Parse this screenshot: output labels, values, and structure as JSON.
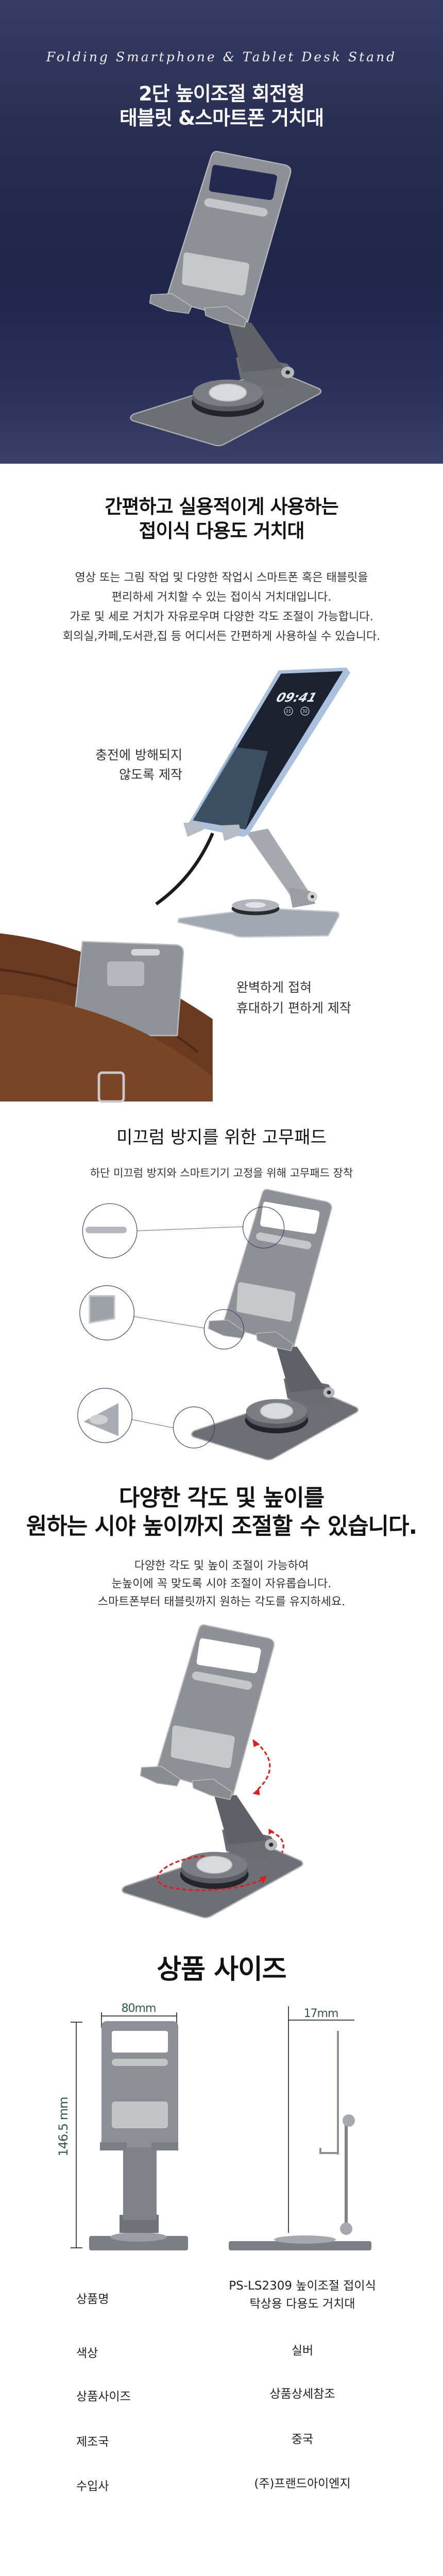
{
  "hero": {
    "script_title": "Folding Smartphone & Tablet Desk Stand",
    "title_lines": [
      "2단 높이조절 회전형",
      "태블릿 &스마트폰 거치대"
    ]
  },
  "intro": {
    "title_lines": [
      "간편하고 실용적이게 사용하는",
      "접이식 다용도 거치대"
    ],
    "body_lines": [
      "영상 또는 그림 작업 및 다양한 작업시 스마트폰 혹은 태블릿을",
      "편리하세 거치할 수 있는 접이식 거치대입니다.",
      "가로 및 세로 거치가 자유로우며 다양한 각도 조절이 가능합니다.",
      "회의실,카페,도서관,집 등 어디서든 간편하게 사용하실 수 있습니다."
    ]
  },
  "features": {
    "charging_lines": [
      "충전에 방해되지",
      "않도록 제작"
    ],
    "portable_lines": [
      "완벽하게 접혀",
      "휴대하기 편하게 제작"
    ],
    "phone_time": "09:41",
    "phone_widgets": [
      "21",
      "32"
    ]
  },
  "anti_slip": {
    "title": "미끄럼 방지를 위한 고무패드",
    "subtitle": "하단 미끄럼 방지와 스마트기기 고정을 위해 고무패드 장착"
  },
  "angle": {
    "title_lines": [
      "다양한 각도 및 높이를",
      "원하는 시야 높이까지 조절할 수 있습니다."
    ],
    "body_lines": [
      "다양한 각도 및 높이 조절이 가능하여",
      "눈높이에 꼭 맞도록 시야 조절이 자유롭습니다.",
      "스마트폰부터 태블릿까지 원하는 각도를 유지하세요."
    ]
  },
  "size": {
    "title": "상품 사이즈",
    "width_label": "80mm",
    "height_label": "146.5 mm",
    "depth_label": "17mm"
  },
  "specs": {
    "rows": [
      {
        "label": "상품명",
        "value_lines": [
          "PS-LS2309 높이조절 접이식",
          "탁상용 다용도 거치대"
        ]
      },
      {
        "label": "색상",
        "value_lines": [
          "실버"
        ]
      },
      {
        "label": "상품사이즈",
        "value_lines": [
          "상품상세참조"
        ]
      },
      {
        "label": "제조국",
        "value_lines": [
          "중국"
        ]
      },
      {
        "label": "수입사",
        "value_lines": [
          "(주)프랜드아이엔지"
        ]
      }
    ]
  },
  "colors": {
    "hero_bg": "#262b4f",
    "stand_gray": "#8e9095",
    "arrow_red": "#e31b1b",
    "dimension_green": "#2f5a49",
    "callout_circle": "#3a3f6e"
  }
}
